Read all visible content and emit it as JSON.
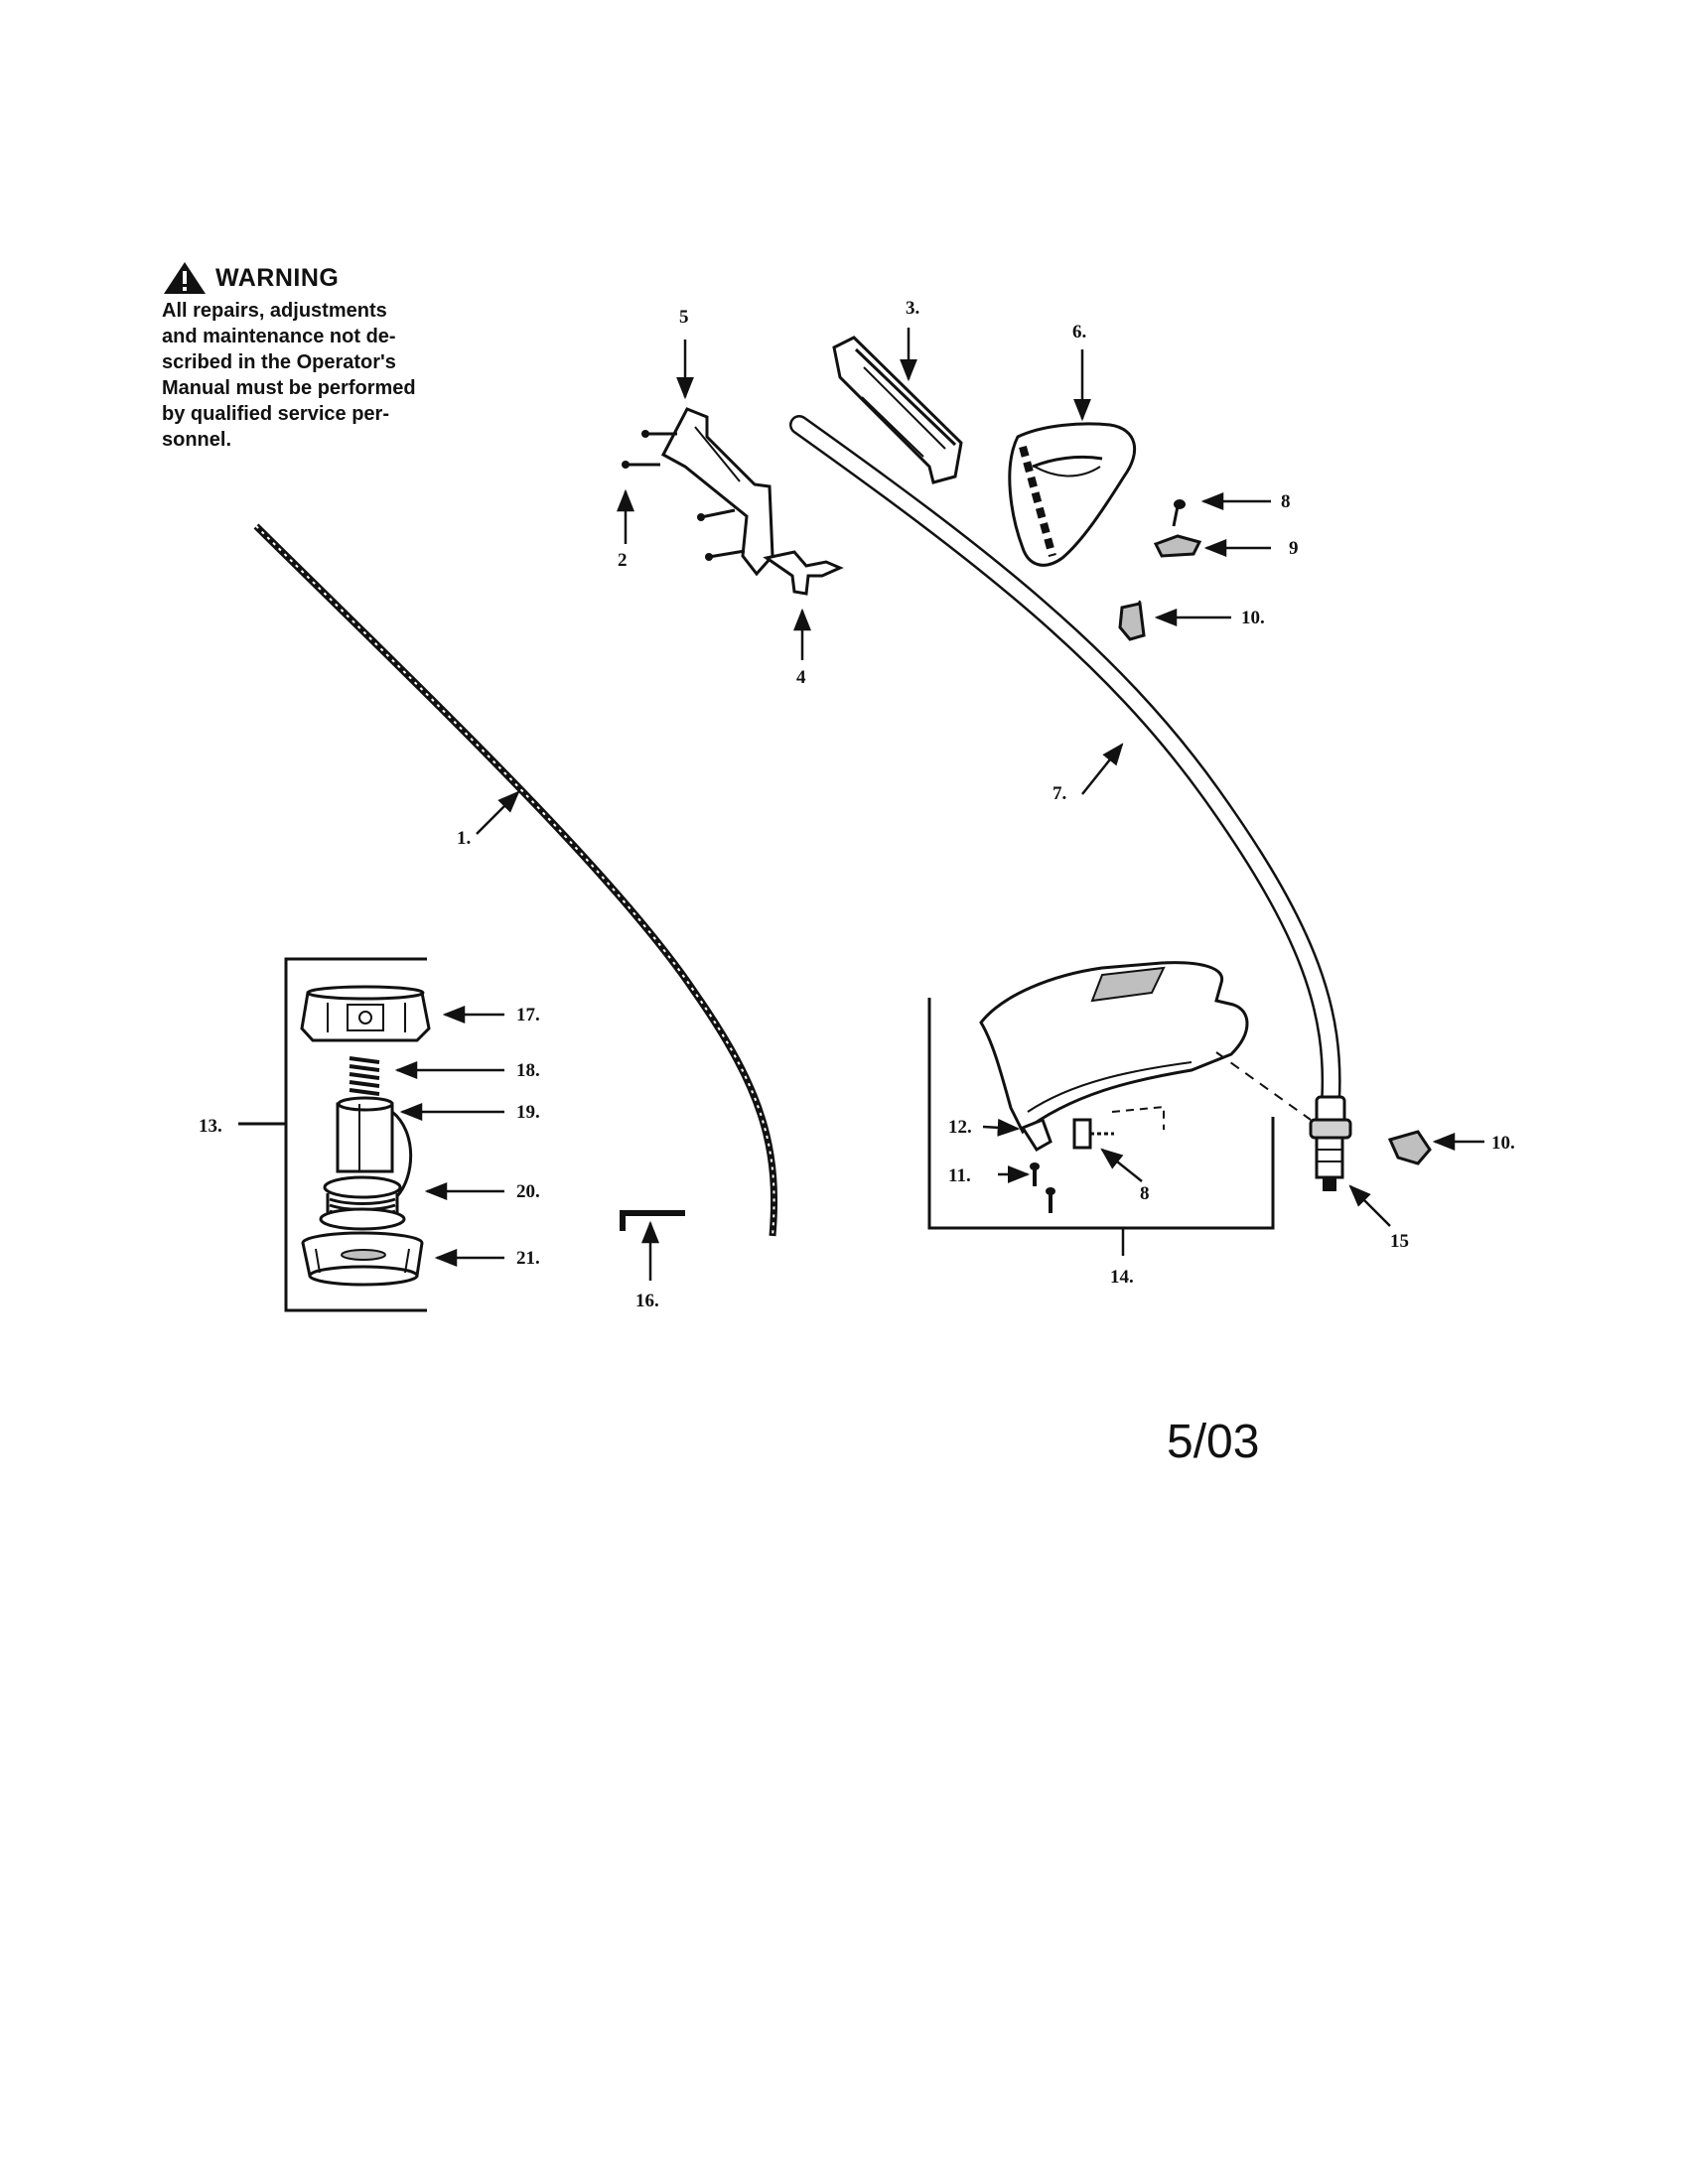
{
  "warning": {
    "icon": "warning-triangle-icon",
    "title": "WARNING",
    "lines": [
      "All repairs, adjustments",
      "and maintenance not de-",
      "scribed in the Operator's",
      "Manual must be performed",
      "by qualified service per-",
      "sonnel."
    ]
  },
  "date_code": "5/03",
  "labels": {
    "p1": "1.",
    "p2": "2",
    "p3": "3.",
    "p4": "4",
    "p5": "5",
    "p6": "6.",
    "p7": "7.",
    "p8a": "8",
    "p8b": "8",
    "p9": "9",
    "p10a": "10.",
    "p10b": "10.",
    "p11": "11.",
    "p12": "12.",
    "p13": "13.",
    "p14": "14.",
    "p15": "15",
    "p16": "16.",
    "p17": "17.",
    "p18": "18.",
    "p19": "19.",
    "p20": "20.",
    "p21": "21."
  },
  "colors": {
    "ink": "#111111",
    "paper": "#ffffff",
    "shade": "#bfbfbf"
  }
}
